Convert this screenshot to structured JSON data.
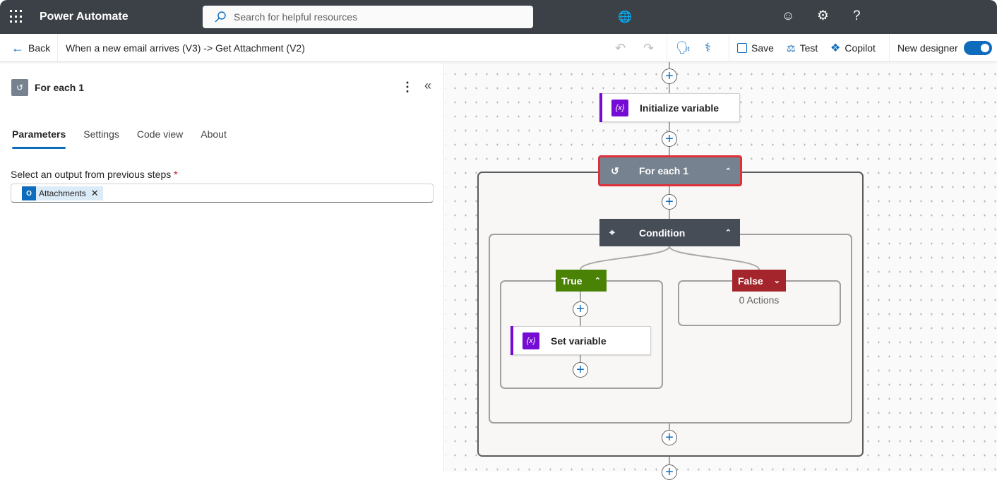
{
  "header": {
    "app_title": "Power Automate",
    "search_placeholder": "Search for helpful resources"
  },
  "toolbar": {
    "back_label": "Back",
    "flow_title": "When a new email arrives (V3) -> Get Attachment (V2)",
    "save_label": "Save",
    "test_label": "Test",
    "copilot_label": "Copilot",
    "new_designer_label": "New designer",
    "new_designer_on": true
  },
  "panel": {
    "title": "For each 1",
    "tabs": [
      {
        "label": "Parameters",
        "active": true
      },
      {
        "label": "Settings"
      },
      {
        "label": "Code view"
      },
      {
        "label": "About"
      }
    ],
    "field_label": "Select an output from previous steps",
    "required_mark": "*",
    "token_label": "Attachments"
  },
  "canvas": {
    "init_variable": "Initialize variable",
    "for_each": "For each 1",
    "condition": "Condition",
    "true_label": "True",
    "false_label": "False",
    "false_actions": "0 Actions",
    "set_variable": "Set variable"
  },
  "colors": {
    "accent": "#0f6cbd",
    "true": "#498205",
    "false": "#a4262c",
    "variable": "#770bd6",
    "selected": "#e0303a"
  }
}
